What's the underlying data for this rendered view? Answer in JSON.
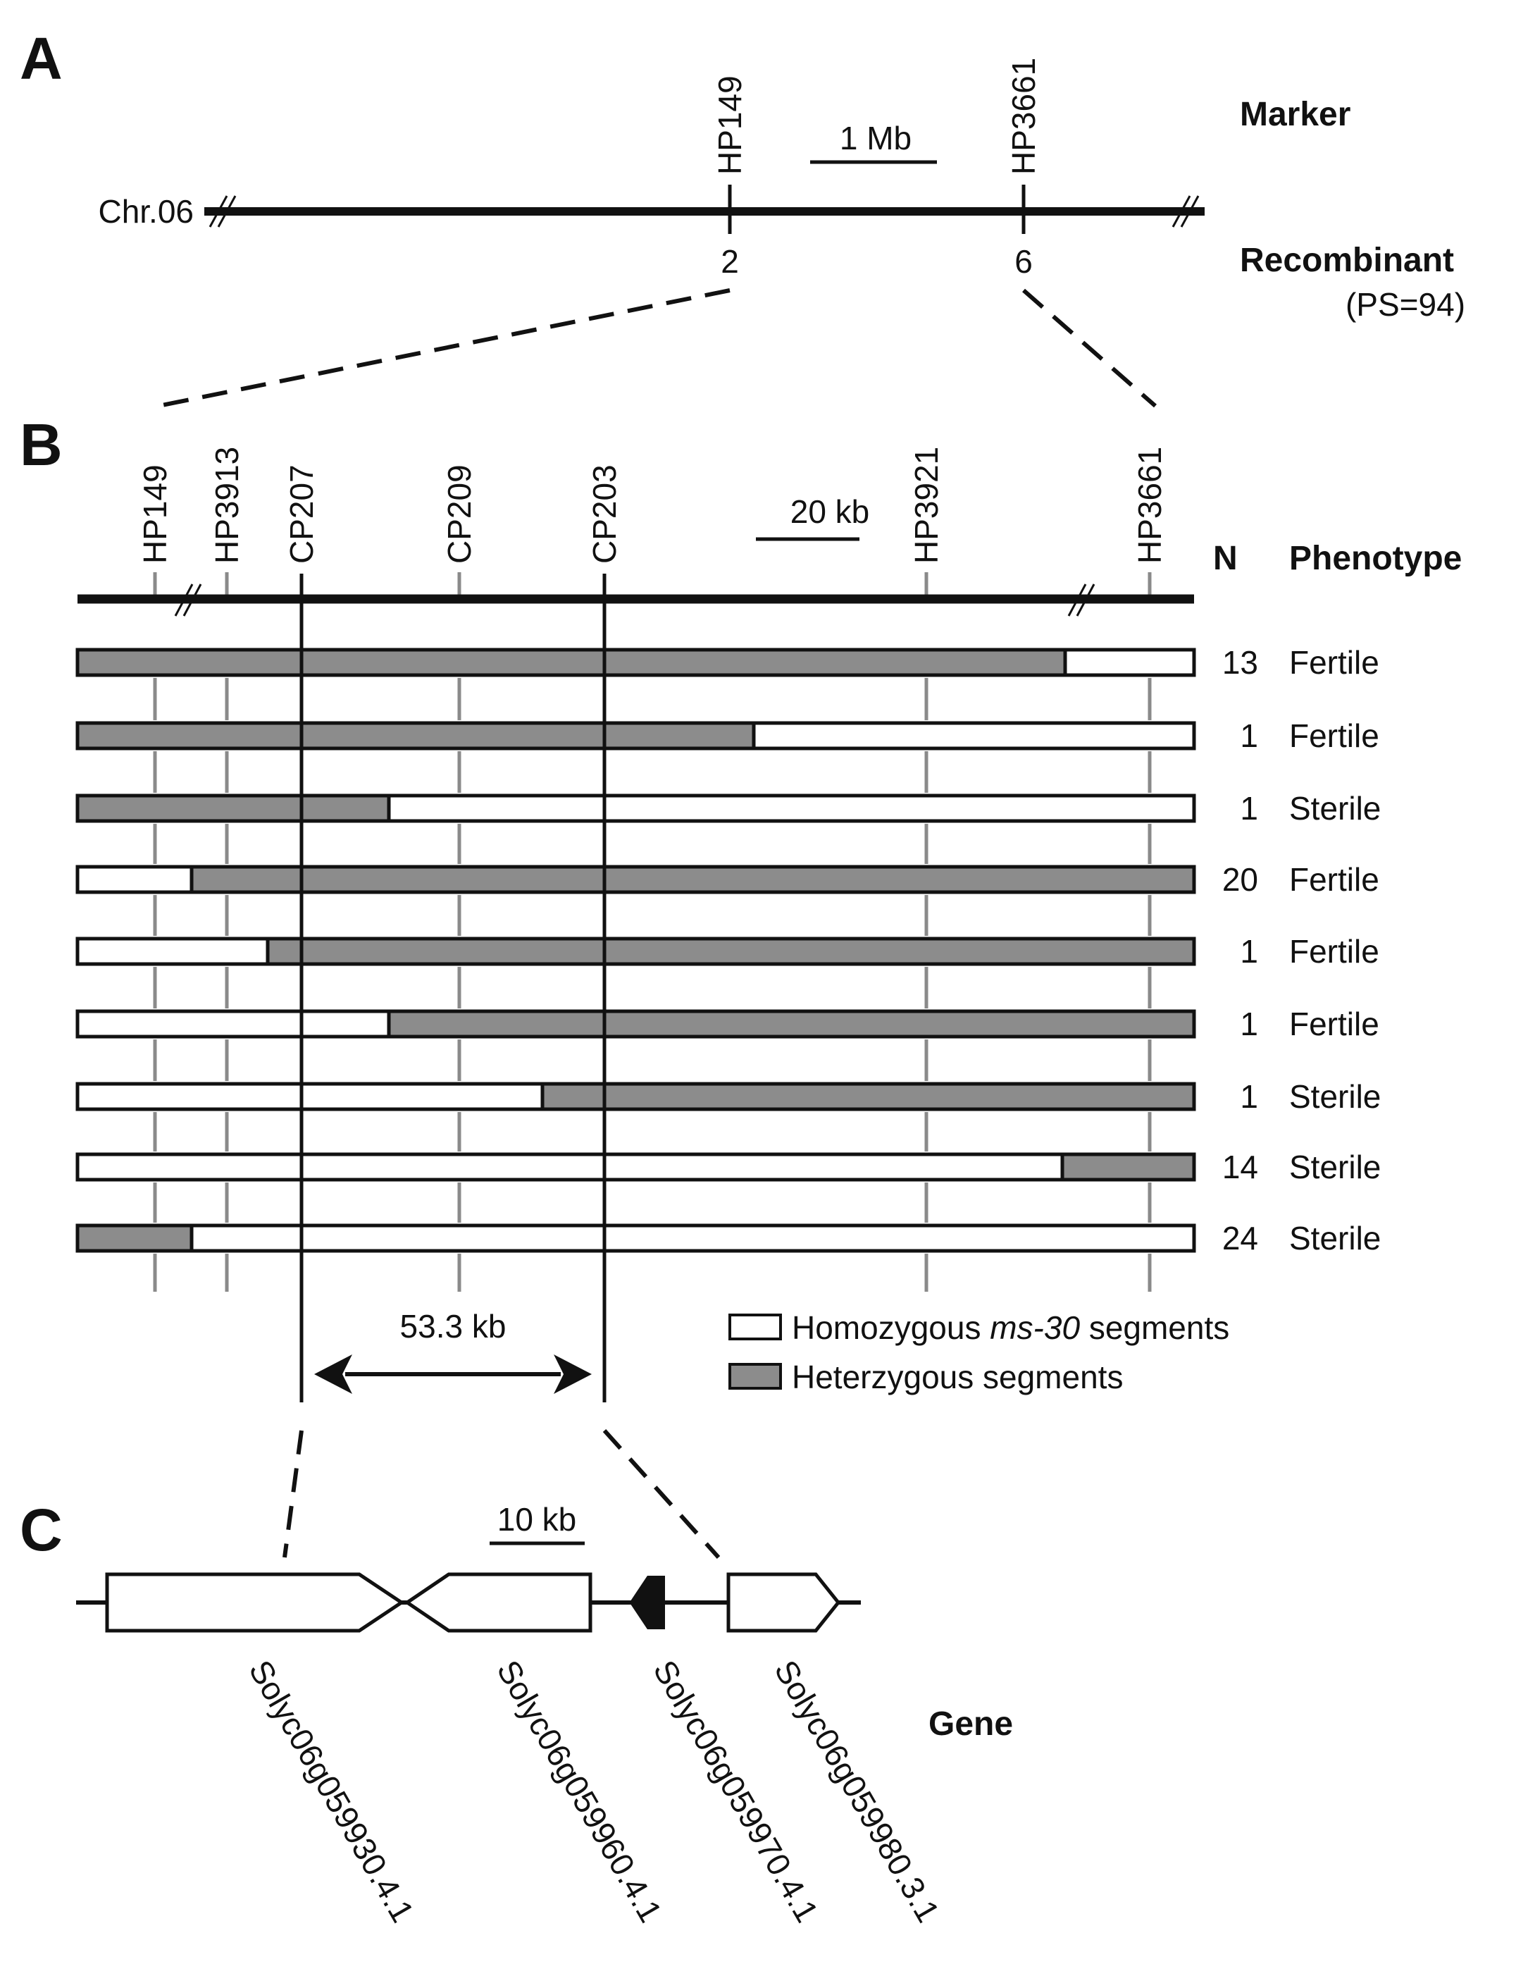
{
  "panels": {
    "a": "A",
    "b": "B",
    "c": "C"
  },
  "panel_a": {
    "chromosome": "Chr.06",
    "scale_label": "1 Mb",
    "marker_header": "Marker",
    "recombinant_header": "Recombinant",
    "population_note": "(PS=94)",
    "markers": [
      {
        "name": "HP149",
        "recombinants": "2"
      },
      {
        "name": "HP3661",
        "recombinants": "6"
      }
    ]
  },
  "panel_b": {
    "scale_label": "20 kb",
    "n_header": "N",
    "phenotype_header": "Phenotype",
    "markers": [
      "HP149",
      "HP3913",
      "CP207",
      "CP209",
      "CP203",
      "HP3921",
      "HP3661"
    ],
    "interval_label": "53.3 kb",
    "legend": {
      "homozygous_prefix": "Homozygous ",
      "homozygous_italic": "ms-30",
      "homozygous_suffix": " segments",
      "heterozygous": "Heterzygous segments"
    },
    "colors": {
      "homozygous": "#ffffff",
      "heterozygous": "#8c8c8c",
      "line": "#111111",
      "marker_tick": "#8a8a8a"
    },
    "rows": [
      {
        "n": "13",
        "phenotype": "Fertile",
        "segments": [
          "het",
          "hom"
        ]
      },
      {
        "n": "1",
        "phenotype": "Fertile",
        "segments": [
          "het",
          "hom"
        ]
      },
      {
        "n": "1",
        "phenotype": "Sterile",
        "segments": [
          "het",
          "hom"
        ]
      },
      {
        "n": "20",
        "phenotype": "Fertile",
        "segments": [
          "hom",
          "het"
        ]
      },
      {
        "n": "1",
        "phenotype": "Fertile",
        "segments": [
          "hom",
          "het"
        ]
      },
      {
        "n": "1",
        "phenotype": "Fertile",
        "segments": [
          "hom",
          "het"
        ]
      },
      {
        "n": "1",
        "phenotype": "Sterile",
        "segments": [
          "hom",
          "het"
        ]
      },
      {
        "n": "14",
        "phenotype": "Sterile",
        "segments": [
          "hom",
          "het"
        ]
      },
      {
        "n": "24",
        "phenotype": "Sterile",
        "segments": [
          "het",
          "hom"
        ]
      }
    ]
  },
  "panel_c": {
    "scale_label": "10 kb",
    "gene_header": "Gene",
    "genes": [
      {
        "id": "Solyc06g059930.4.1",
        "strand": "+"
      },
      {
        "id": "Solyc06g059960.4.1",
        "strand": "-"
      },
      {
        "id": "Solyc06g059970.4.1",
        "strand": "-"
      },
      {
        "id": "Solyc06g059980.3.1",
        "strand": "+"
      }
    ]
  }
}
